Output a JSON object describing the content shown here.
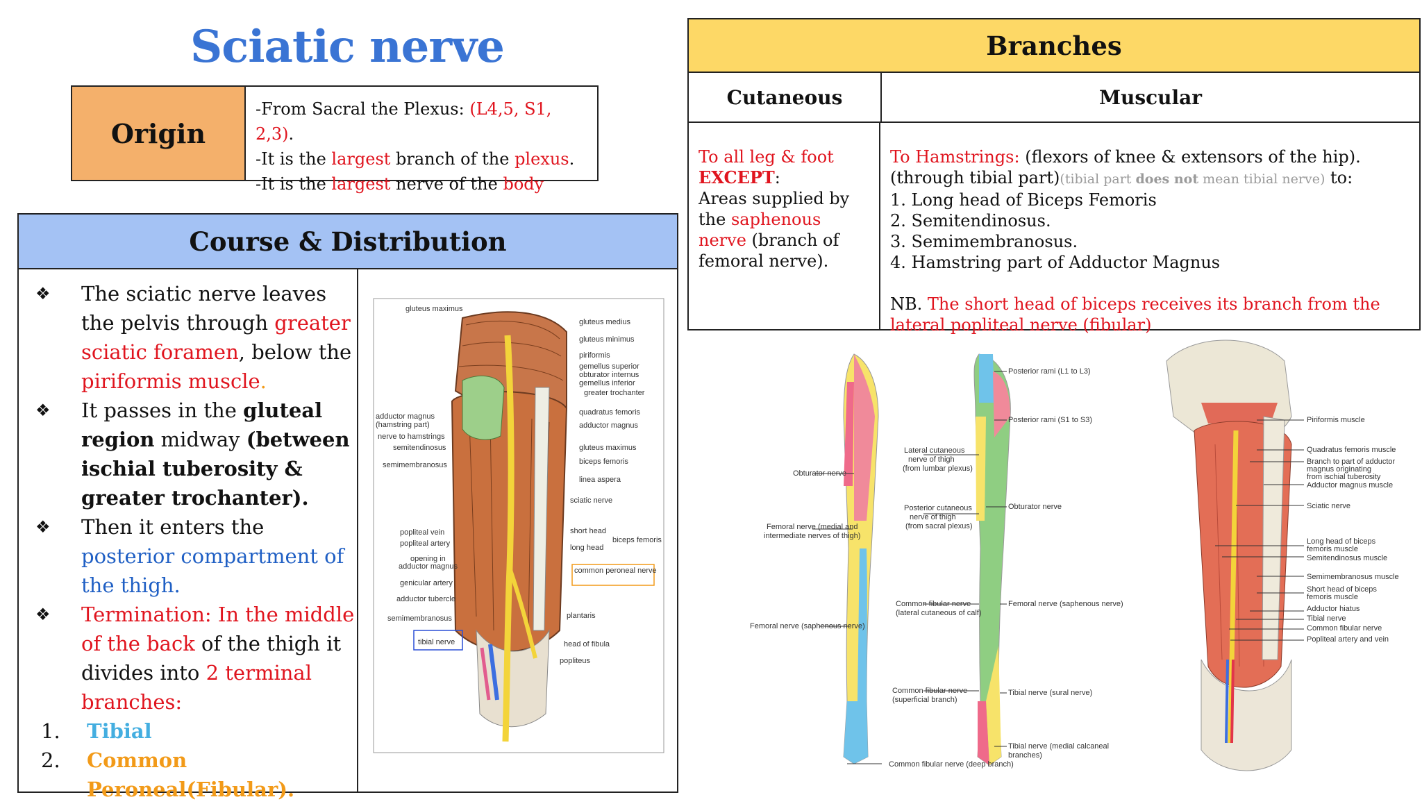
{
  "title": "Sciatic nerve",
  "origin": {
    "label": "Origin",
    "line1_a": "-From Sacral the Plexus:  ",
    "line1_b": "(L4,5, S1, 2,3)",
    "line1_c": ".",
    "line2_a": "-It is the ",
    "line2_b": "largest",
    "line2_c": " branch of the ",
    "line2_d": "plexus",
    "line2_e": ".",
    "line3_a": "-It is the ",
    "line3_b": "largest",
    "line3_c": " nerve of the ",
    "line3_d": "body"
  },
  "course": {
    "heading": "Course & Distribution",
    "b1_a": "The sciatic nerve leaves the pelvis through ",
    "b1_b": "greater sciatic foramen",
    "b1_c": ", below the ",
    "b1_d": "piriformis muscle",
    "b1_e": ".",
    "b2_a": "It passes in the ",
    "b2_b": "gluteal region",
    "b2_c": " midway ",
    "b2_d": "(between ischial tuberosity & greater trochanter).",
    "b3_a": "Then it enters the ",
    "b3_b": "posterior compartment of the thigh.",
    "b4_a": "Termination: In the middle of the back",
    "b4_b": " of the thigh it divides into ",
    "b4_c": "2 terminal branches:",
    "n1": "1.",
    "t1": "Tibial",
    "n2": "2.",
    "t2": "Common Peroneal(Fibular)",
    "t2_dot": "."
  },
  "branches": {
    "heading": "Branches",
    "col1": "Cutaneous",
    "col2": "Muscular",
    "cut_a": "To all leg & foot",
    "cut_b": "EXCEPT",
    "cut_c": ":",
    "cut_d": "Areas supplied by the ",
    "cut_e": "saphenous nerve",
    "cut_f": " (branch of femoral nerve).",
    "mus_a": "To Hamstrings:",
    "mus_b": " (flexors of knee & extensors of the hip).",
    "mus_c": "(through tibial part)",
    "mus_d": "(tibial part ",
    "mus_e": "does not",
    "mus_f": " mean tibial nerve)",
    "mus_g": " to:",
    "m1": " 1. Long head of Biceps Femoris",
    "m2": "2. Semitendinosus.",
    "m3": "3. Semimembranosus.",
    "m4": "4. Hamstring part of Adductor Magnus",
    "nb_a": "NB. ",
    "nb_b": "The short head of biceps receives its branch from the lateral popliteal  nerve (fibular)"
  },
  "fig1_labels": {
    "l1": "gluteus maximus",
    "l2": "adductor magnus",
    "l3": "(hamstring part)",
    "l4": "nerve to hamstrings",
    "l5": "semitendinosus",
    "l6": "semimembranosus",
    "l7": "popliteal vein",
    "l8": "popliteal artery",
    "l9": "opening in",
    "l10": "adductor magnus",
    "l11": "genicular artery",
    "l12": "adductor tubercle",
    "l13": "semimembranosus",
    "l14": "tibial nerve",
    "r1": "gluteus medius",
    "r2": "gluteus minimus",
    "r3": "piriformis",
    "r4": "gemellus superior",
    "r5": "obturator internus",
    "r6": "gemellus inferior",
    "r7": "greater trochanter",
    "r8": "quadratus femoris",
    "r9": "adductor magnus",
    "r10": "gluteus maximus",
    "r11": "biceps femoris",
    "r12": "linea aspera",
    "r13": "sciatic nerve",
    "r14": "short head",
    "r15": "long head",
    "r16": "biceps femoris",
    "r17": "common peroneal nerve",
    "r18": "plantaris",
    "r19": "head of fibula",
    "r20": "popliteus"
  },
  "fig2_labels": {
    "a1": "Posterior rami (L1 to L3)",
    "a2": "Posterior rami (S1 to S3)",
    "a3": "Lateral cutaneous",
    "a4": "nerve of thigh",
    "a5": "(from lumbar plexus)",
    "a6": "Obturator nerve",
    "a7": "Obturator nerve",
    "a8": "Femoral nerve (medial and",
    "a9": "intermediate nerves of thigh)",
    "a10": "Posterior cutaneous",
    "a11": "nerve of thigh",
    "a12": "(from sacral plexus)",
    "a13": "Common fibular nerve",
    "a14": "(lateral cutaneous of calf)",
    "a15": "Femoral nerve (saphenous nerve)",
    "a16": "Femoral nerve (saphenous nerve)",
    "a17": "Common fibular nerve",
    "a18": "(superficial branch)",
    "a19": "Tibial nerve (sural nerve)",
    "a20": "Common fibular nerve (deep branch)",
    "a21": "Tibial nerve (medial calcaneal",
    "a22": "branches)"
  },
  "fig3_labels": {
    "p1": "Piriformis muscle",
    "p2": "Quadratus femoris muscle",
    "p3": "Branch to part of adductor",
    "p4": "magnus originating",
    "p5": "from ischial tuberosity",
    "p6": "Adductor magnus muscle",
    "p7": "Sciatic nerve",
    "p8": "Long head of biceps",
    "p9": "femoris muscle",
    "p10": "Semitendinosus muscle",
    "p11": "Semimembranosus muscle",
    "p12": "Short head of biceps",
    "p13": "femoris muscle",
    "p14": "Adductor hiatus",
    "p15": "Tibial nerve",
    "p16": "Common fibular nerve",
    "p17": "Popliteal artery and vein"
  }
}
